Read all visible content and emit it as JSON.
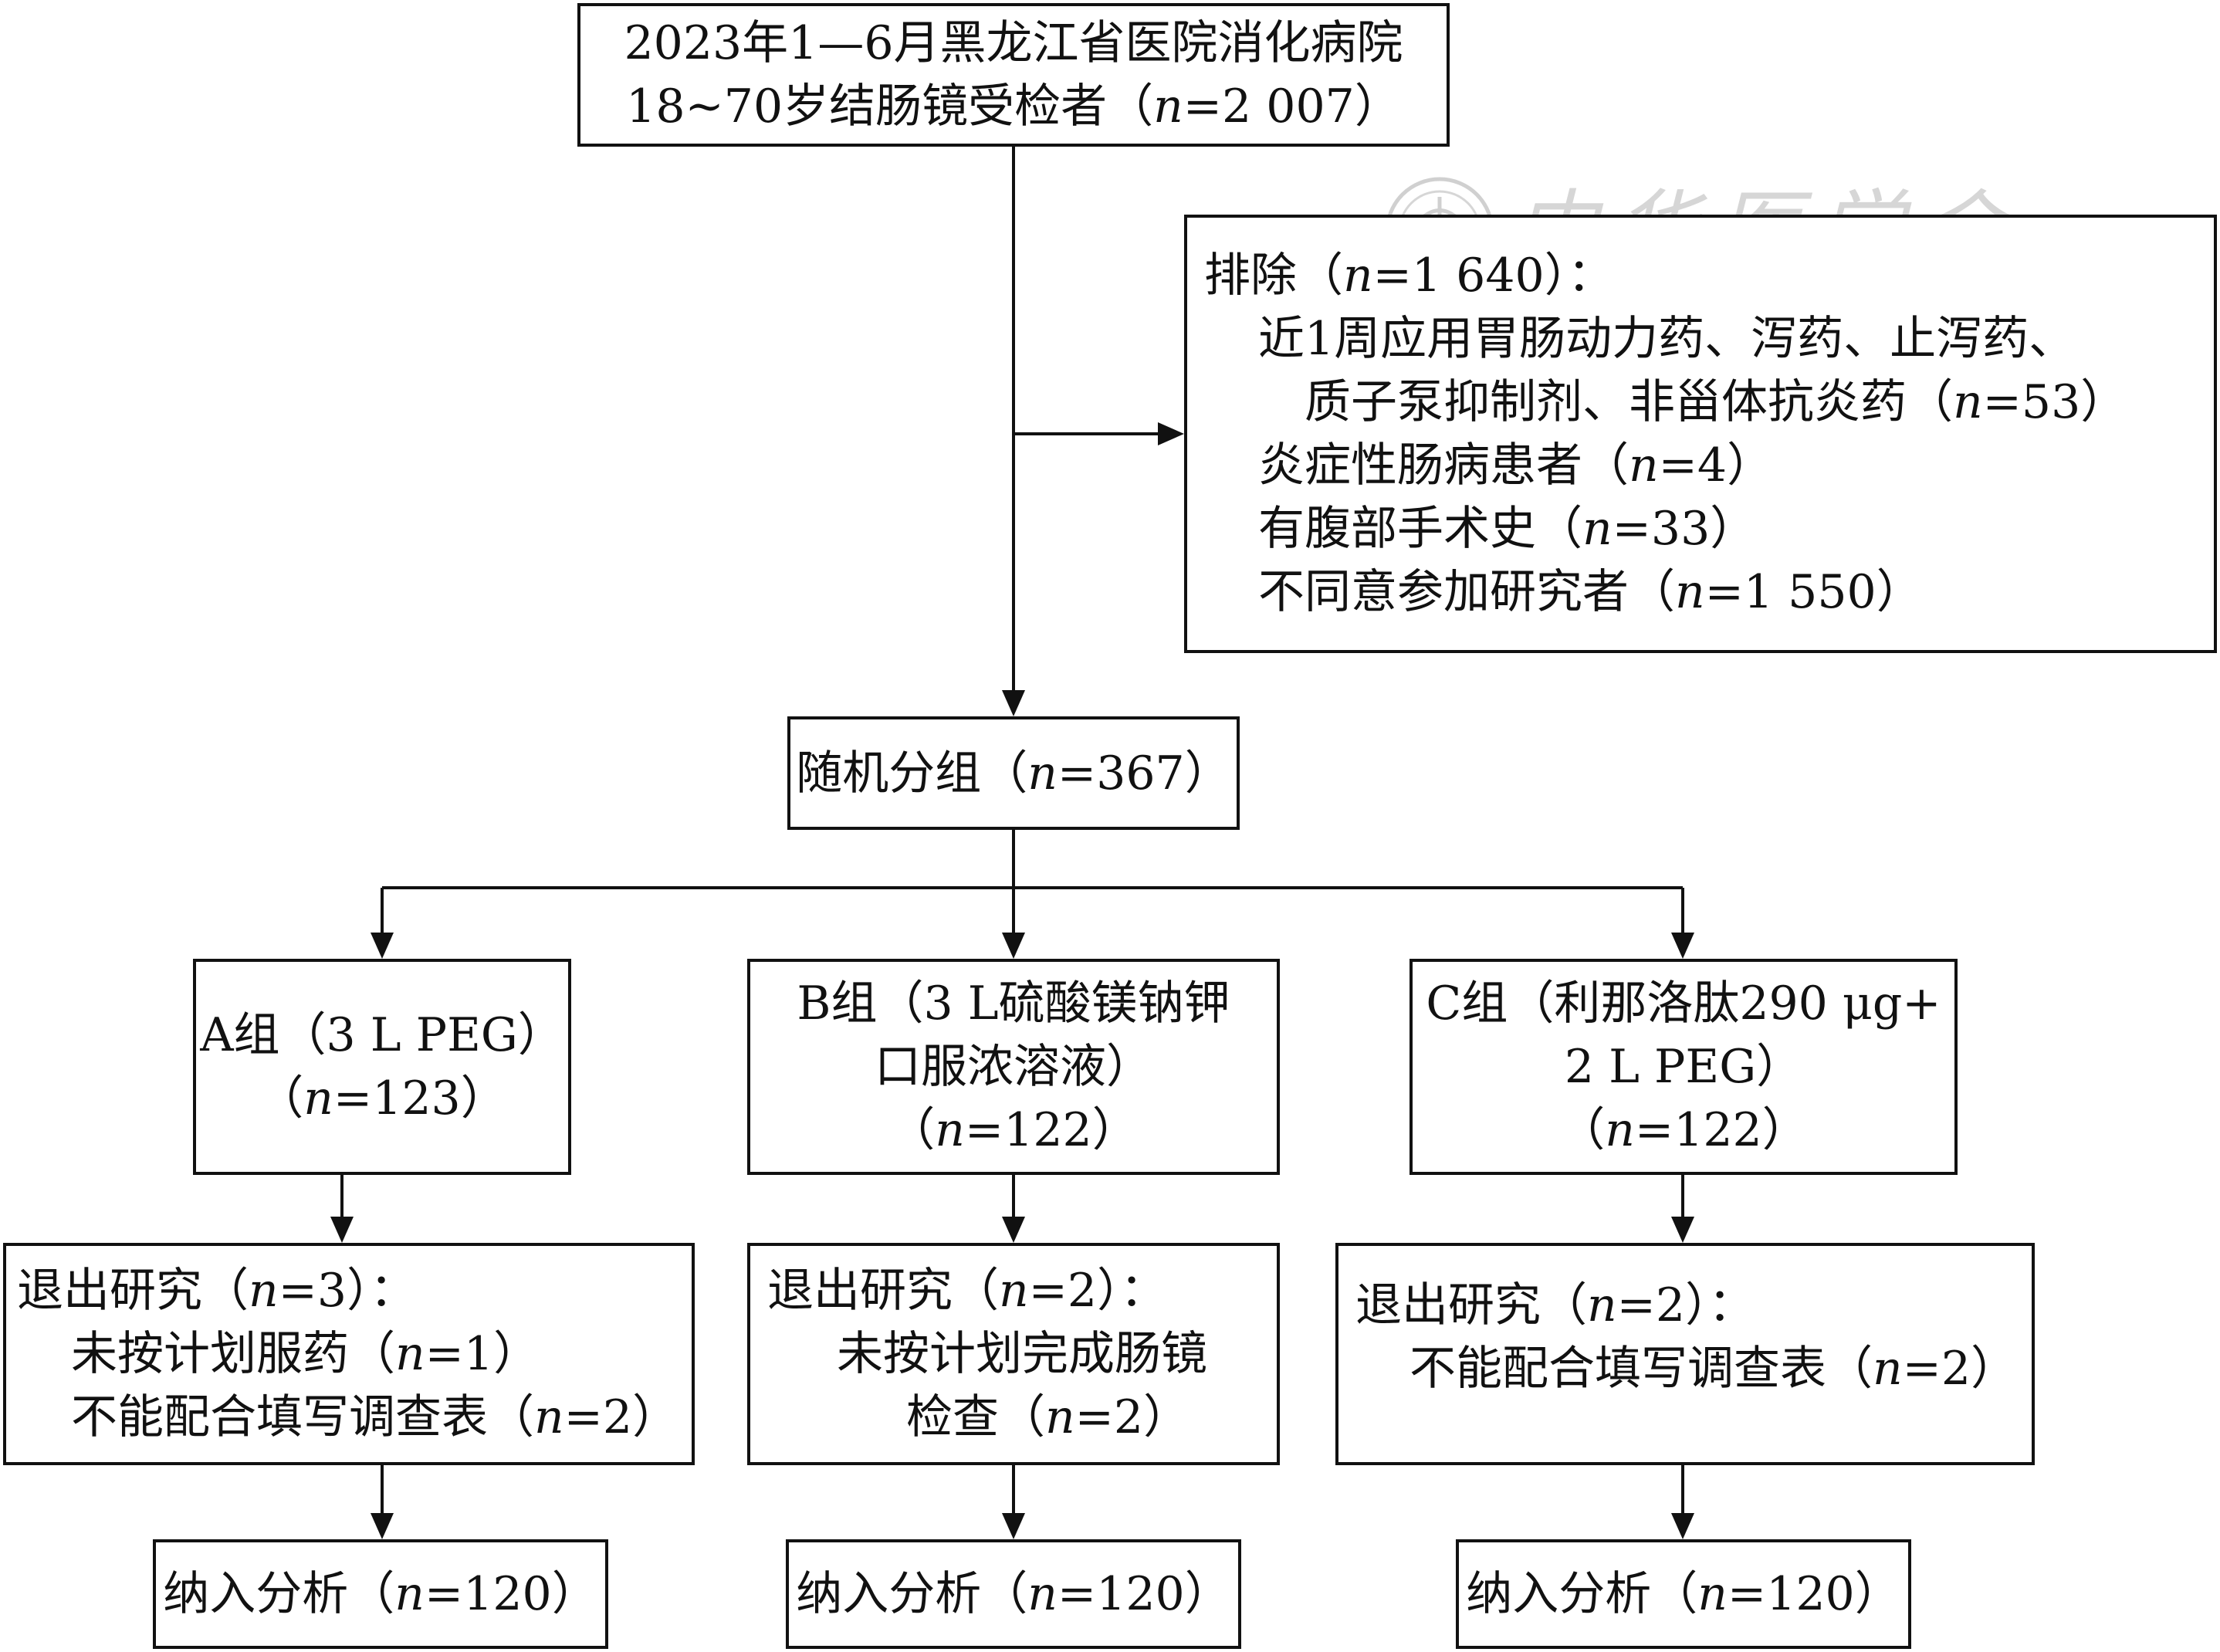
{
  "top": {
    "line1": "2023年1—6月黑龙江省医院消化病院",
    "line2_pre": "18~70岁结肠镜受检者（",
    "line2_n": "n",
    "line2_post": "=2 007）"
  },
  "exclusion": {
    "head_pre": "排除（",
    "head_n": "n",
    "head_post": "=1 640）：",
    "item1_line1": "近1周应用胃肠动力药、泻药、止泻药、",
    "item1_line2_pre": "质子泵抑制剂、非甾体抗炎药（",
    "item1_line2_n": "n",
    "item1_line2_post": "=53）",
    "item2_pre": "炎症性肠病患者（",
    "item2_n": "n",
    "item2_post": "=4）",
    "item3_pre": "有腹部手术史（",
    "item3_n": "n",
    "item3_post": "=33）",
    "item4_pre": "不同意参加研究者（",
    "item4_n": "n",
    "item4_post": "=1 550）"
  },
  "random": {
    "pre": "随机分组（",
    "n": "n",
    "post": "=367）"
  },
  "groups": [
    {
      "line1": "A组（3 L PEG）",
      "line2": "",
      "count_pre": "（",
      "count_n": "n",
      "count_post": "=123）"
    },
    {
      "line1": "B组（3 L硫酸镁钠钾",
      "line2": "口服浓溶液）",
      "count_pre": "（",
      "count_n": "n",
      "count_post": "=122）"
    },
    {
      "line1": "C组（利那洛肽290 μg+",
      "line2": "2 L PEG）",
      "count_pre": "（",
      "count_n": "n",
      "count_post": "=122）"
    }
  ],
  "withdrawals": [
    {
      "head_pre": "退出研究（",
      "head_n": "n",
      "head_post": "=3）：",
      "r1_pre": "未按计划服药（",
      "r1_n": "n",
      "r1_post": "=1）",
      "r2_pre": "不能配合填写调查表（",
      "r2_n": "n",
      "r2_post": "=2）"
    },
    {
      "head_pre": "退出研究（",
      "head_n": "n",
      "head_post": "=2）：",
      "r1_pre": "未按计划完成肠镜",
      "r1_n": "",
      "r1_post": "",
      "r2_pre": "检查（",
      "r2_n": "n",
      "r2_post": "=2）"
    },
    {
      "head_pre": "退出研究（",
      "head_n": "n",
      "head_post": "=2）：",
      "r1_pre": "不能配合填写调查表（",
      "r1_n": "n",
      "r1_post": "=2）",
      "r2_pre": "",
      "r2_n": "",
      "r2_post": ""
    }
  ],
  "analysis": [
    {
      "pre": "纳入分析（",
      "n": "n",
      "post": "=120）"
    },
    {
      "pre": "纳入分析（",
      "n": "n",
      "post": "=120）"
    },
    {
      "pre": "纳入分析（",
      "n": "n",
      "post": "=120）"
    }
  ],
  "watermark": {
    "text": "中华医学会",
    "seal_icon": "medical-association-seal-icon"
  }
}
